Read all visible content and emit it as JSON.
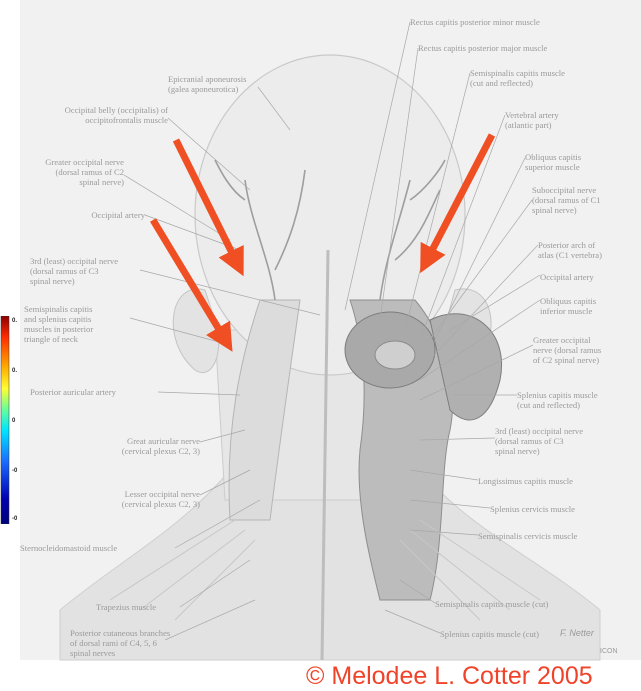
{
  "labels_left": [
    {
      "key": "epicranial",
      "text": "Epicranial aponeurosis\n(galea aponeurotica)"
    },
    {
      "key": "occipital_belly",
      "text": "Occipital belly (occipitalis) of\noccipitofrontalis muscle"
    },
    {
      "key": "greater_occipital_l",
      "text": "Greater occipital nerve\n(dorsal ramus of C2\nspinal nerve)"
    },
    {
      "key": "occipital_artery_l",
      "text": "Occipital artery"
    },
    {
      "key": "third_occipital_l",
      "text": "3rd (least) occipital nerve\n(dorsal ramus of C3\nspinal nerve)"
    },
    {
      "key": "semispinalis_splenius",
      "text": "Semispinalis capitis\nand splenius capitis\nmuscles in posterior\ntriangle of neck"
    },
    {
      "key": "posterior_auricular",
      "text": "Posterior auricular artery"
    },
    {
      "key": "great_auricular",
      "text": "Great auricular nerve\n(cervical plexus C2, 3)"
    },
    {
      "key": "lesser_occipital",
      "text": "Lesser occipital nerve\n(cervical plexus C2, 3)"
    },
    {
      "key": "sternocleido",
      "text": "Sternocleidomastoid muscle"
    },
    {
      "key": "trapezius",
      "text": "Trapezius muscle"
    },
    {
      "key": "posterior_cutaneous",
      "text": "Posterior cutaneous branches\nof dorsal rami of C4, 5, 6\nspinal nerves"
    }
  ],
  "labels_right": [
    {
      "key": "rectus_minor",
      "text": "Rectus capitis posterior minor muscle"
    },
    {
      "key": "rectus_major",
      "text": "Rectus capitis posterior major muscle"
    },
    {
      "key": "semispinalis_cut",
      "text": "Semispinalis capitis muscle\n(cut and reflected)"
    },
    {
      "key": "vertebral_artery",
      "text": "Vertebral artery\n(atlantic part)"
    },
    {
      "key": "obliquus_sup",
      "text": "Obliquus capitis\nsuperior muscle"
    },
    {
      "key": "suboccipital",
      "text": "Suboccipital nerve\n(dorsal ramus of C1\nspinal nerve)"
    },
    {
      "key": "posterior_arch",
      "text": "Posterior arch of\natlas (C1 vertebra)"
    },
    {
      "key": "occipital_artery_r",
      "text": "Occipital artery"
    },
    {
      "key": "obliquus_inf",
      "text": "Obliquus capitis\ninferior muscle"
    },
    {
      "key": "greater_occipital_r",
      "text": "Greater occipital\nnerve (dorsal ramus\nof C2 spinal nerve)"
    },
    {
      "key": "splenius_cut",
      "text": "Splenius capitis muscle\n(cut and reflected)"
    },
    {
      "key": "third_occipital_r",
      "text": "3rd (least) occipital nerve\n(dorsal ramus of C3\nspinal nerve)"
    },
    {
      "key": "longissimus",
      "text": "Longissimus capitis muscle"
    },
    {
      "key": "splenius_cervicis",
      "text": "Splenius cervicis muscle"
    },
    {
      "key": "semispinalis_cervicis",
      "text": "Semispinalis cervicis muscle"
    },
    {
      "key": "semispinalis_capitis_cut",
      "text": "Semispinalis capitis muscle (cut)"
    },
    {
      "key": "splenius_capitis_cut",
      "text": "Splenius capitis muscle (cut)"
    }
  ],
  "color_scale": {
    "ticks": [
      "0.",
      "0.",
      "0",
      "-0",
      "-0"
    ],
    "colors": [
      "#8b0000",
      "#ff2a00",
      "#ffb000",
      "#ffff33",
      "#66ff99",
      "#00e5ff",
      "#1a6cff",
      "#0000b0",
      "#00007a"
    ]
  },
  "arrow_color": "#f04e23",
  "signature": "F. Netter",
  "copyright_mark": "ICON",
  "credit_text": "© Melodee L. Cotter 2005"
}
